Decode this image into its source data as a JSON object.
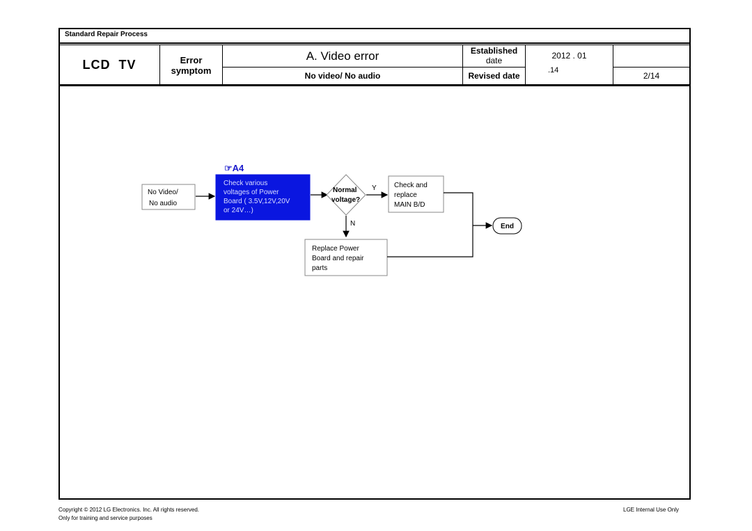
{
  "header": {
    "process_title": "Standard Repair Process",
    "product": "LCD  TV",
    "error_label": "Error",
    "symptom_label": "symptom",
    "title": "A. Video error",
    "subtitle": "No video/ No audio",
    "established_label_1": "Established",
    "established_label_2": "date",
    "established_value": "2012 . 01",
    "established_value_2": ".14",
    "revised_label": "Revised date",
    "page": "2/14"
  },
  "flow": {
    "ref_marker": "☞A4",
    "start": [
      "No Video/",
      "No audio"
    ],
    "check_box": [
      "Check various",
      "voltages of Power",
      "Board ( 3.5V,12V,20V",
      "or 24V…)"
    ],
    "decision": [
      "Normal",
      "voltage?"
    ],
    "yes_label": "Y",
    "no_label": "N",
    "replace_main": [
      "Check and",
      "replace",
      "MAIN B/D"
    ],
    "replace_power": [
      "Replace Power",
      "Board and repair",
      "parts"
    ],
    "end": "End"
  },
  "footer": {
    "copyright": "Copyright © 2012 LG Electronics. Inc. All rights reserved.",
    "purpose": "Only for training and service purposes",
    "internal": "LGE Internal Use Only"
  },
  "colors": {
    "highlight_box": "#0a16e0",
    "ref_marker": "#1a1acc"
  }
}
